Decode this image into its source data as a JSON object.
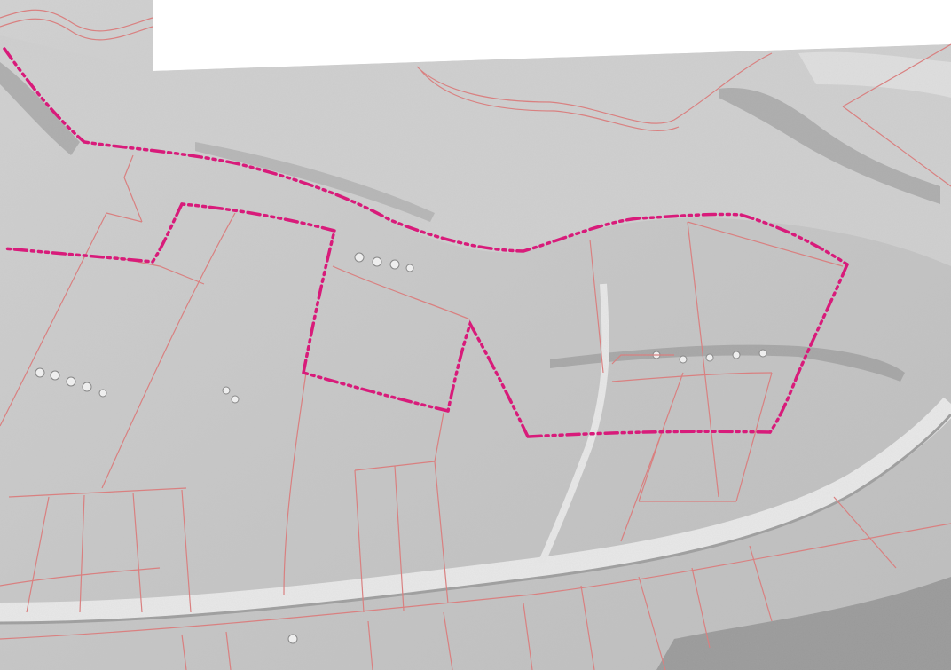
{
  "map": {
    "kind": "shaded-relief-lidar",
    "colors": {
      "background": "#ffffff",
      "terrain_base": "#c9c9c9",
      "terrain_light": "#e6e6e6",
      "terrain_dark": "#9a9a9a",
      "parcel_lines": "#d98080",
      "boundary": "#d81b7a"
    },
    "layers": [
      {
        "id": "terrain",
        "label": ""
      },
      {
        "id": "parcels",
        "label": ""
      },
      {
        "id": "boundary",
        "label": ""
      }
    ]
  }
}
